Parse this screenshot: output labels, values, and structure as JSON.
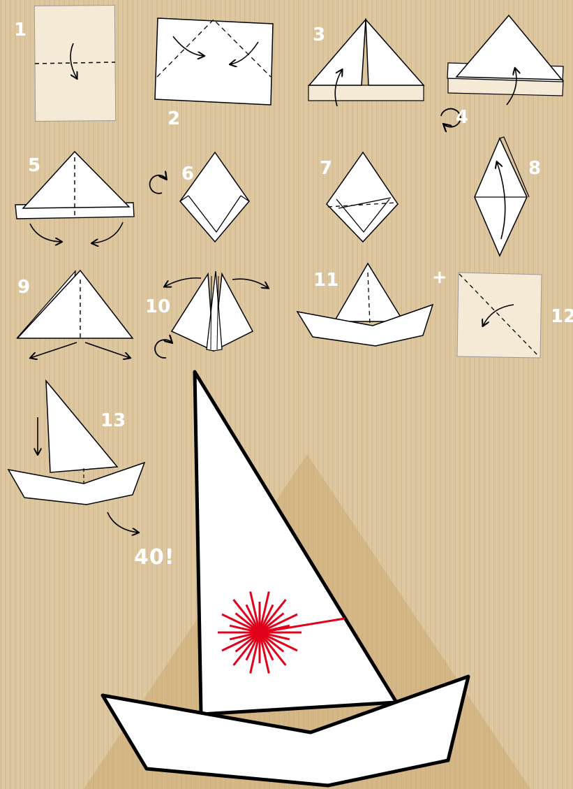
{
  "steps": {
    "s1": "1",
    "s2": "2",
    "s3": "3",
    "s4": "4",
    "s5": "5",
    "s6": "6",
    "s7": "7",
    "s8": "8",
    "s9": "9",
    "s10": "10",
    "s11": "11",
    "plus": "+",
    "s12": "12",
    "s13": "13"
  },
  "anniversary": "40!",
  "colors": {
    "background": "#dcc59c",
    "paper": "#ffffff",
    "paper_tinted": "#f5ead6",
    "outline": "#000000",
    "sun": "#e2001a",
    "shadow": "#c9a36b"
  }
}
